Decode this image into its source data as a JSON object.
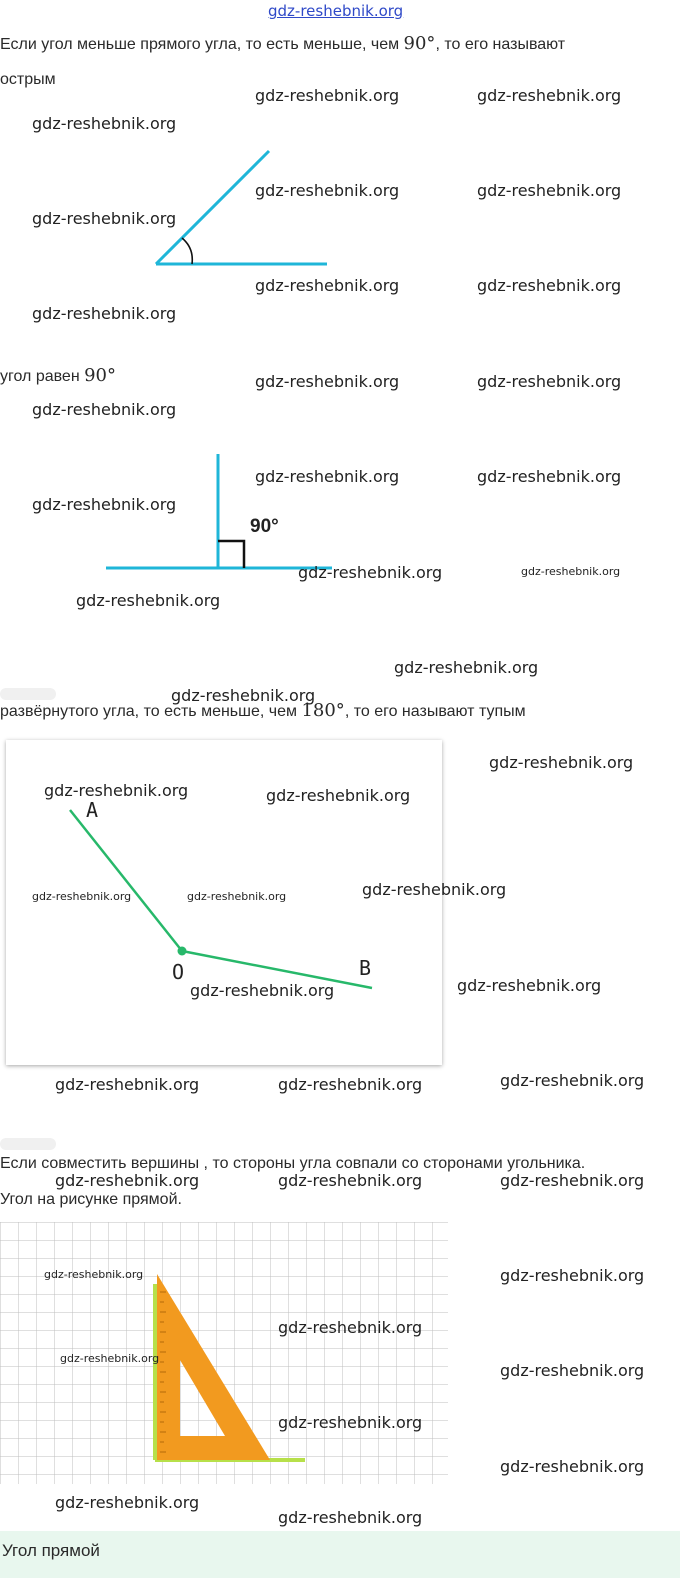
{
  "header": {
    "site": "gdz-reshebnik.org"
  },
  "sections": {
    "acute": {
      "text_before": "Если угол меньше прямого угла, то есть меньше, чем ",
      "math": "90°",
      "text_after": ", то его называют",
      "line2": "острым"
    },
    "right": {
      "text": "угол равен ",
      "math": "90°",
      "figure_label": "90°"
    },
    "obtuse": {
      "text_before": "развёрнутого угла, то есть меньше, чем ",
      "math": "180°",
      "text_after": ", то его называют тупым",
      "point_a": "A",
      "point_o": "O",
      "point_b": "B"
    },
    "check": {
      "line1": "Если совместить вершины , то стороны угла совпали со сторонами угольника.",
      "line2": "Угол на рисунке прямой."
    }
  },
  "footer": {
    "text": "Угол прямой"
  },
  "colors": {
    "line_blue": "#1fb6d8",
    "line_green": "#27b86a",
    "triangle_orange": "#f29a1f",
    "triangle_green": "#b7e04a",
    "grid": "#bfbfbf",
    "footer_bg": "#e8f7ee"
  }
}
